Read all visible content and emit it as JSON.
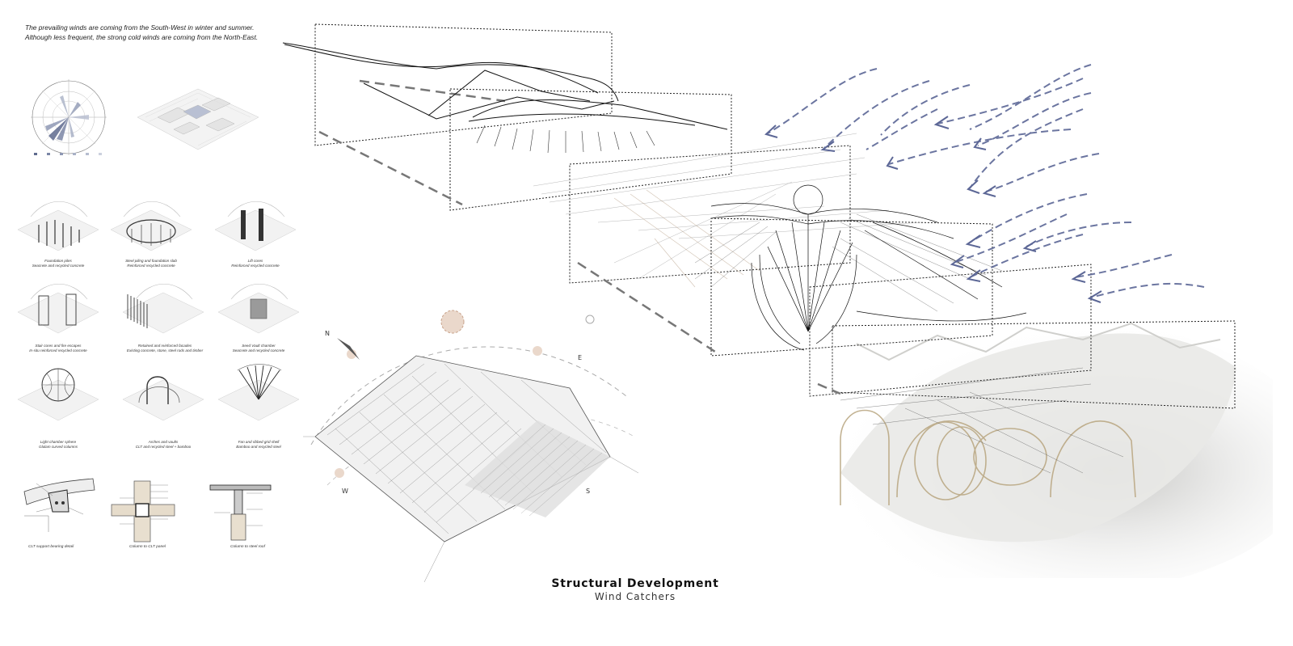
{
  "intro": {
    "line1": "The prevailing winds are coming from the South-West in winter and summer.",
    "line2": "Although less frequent, the strong cold winds are coming from the North-East."
  },
  "steps": [
    {
      "title": "Foundation piles",
      "material": "Seacrete and recycled concrete"
    },
    {
      "title": "Steel piling and foundation slab",
      "material": "Reinforced recycled concrete"
    },
    {
      "title": "Lift cores",
      "material": "Reinforced recycled concrete"
    },
    {
      "title": "Stair cores and fire escapes",
      "material": "In-situ reinforced recycled concrete"
    },
    {
      "title": "Retained and reinforced facades",
      "material": "Existing concrete, stone, steel rods and timber"
    },
    {
      "title": "Seed Vault chamber",
      "material": "Seacrete and recycled concrete"
    },
    {
      "title": "Light chamber sphere",
      "material": "Glulam curved columns"
    },
    {
      "title": "Arches and vaults",
      "material": "CLT and recycled steel + bamboo"
    },
    {
      "title": "Fan and ribbed grid shell",
      "material": "Bamboo and recycled steel"
    }
  ],
  "details": [
    {
      "caption": "CLT support bearing detail"
    },
    {
      "caption": "Column to CLT panel"
    },
    {
      "caption": "Column to steel roof"
    }
  ],
  "compass": {
    "n": "N",
    "e": "E",
    "w": "W",
    "s": "S"
  },
  "footer": {
    "title": "Structural Development",
    "subtitle": "Wind Catchers"
  },
  "colors": {
    "wind_arrow": "#5c6796",
    "frame": "#222222",
    "sun": "#c9a48c"
  }
}
